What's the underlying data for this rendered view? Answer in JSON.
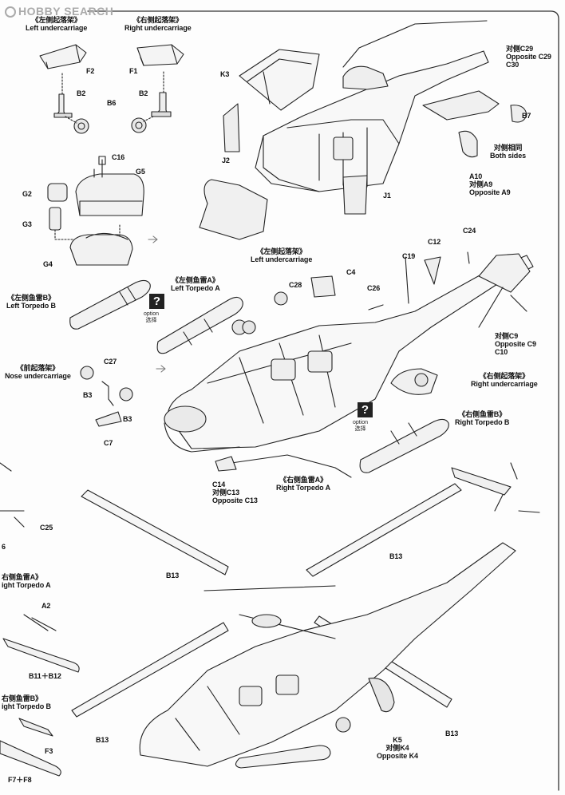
{
  "watermark": {
    "logo_text": "HOBBY SEARCH"
  },
  "options": {
    "qmark": "?",
    "word_cn": "option",
    "word_jp": "选择"
  },
  "labels": {
    "left_uc_cn": "《左侧起落架》",
    "left_uc_en": "Left undercarriage",
    "right_uc_cn": "《右侧起落架》",
    "right_uc_en": "Right undercarriage",
    "f2": "F2",
    "f1": "F1",
    "b2a": "B2",
    "b2b": "B2",
    "b6": "B6",
    "c16": "C16",
    "g5": "G5",
    "g2": "G2",
    "g3": "G3",
    "g4": "G4",
    "k3": "K3",
    "j2": "J2",
    "j1": "J1",
    "c29_cn": "对侧C29",
    "c29_en": "Opposite C29",
    "c30": "C30",
    "b7": "B7",
    "both_cn": "对侧相同",
    "both_en": "Both sides",
    "a10": "A10",
    "a9_cn": "对侧A9",
    "a9_en": "Opposite A9",
    "lt_b_cn": "《左侧鱼雷B》",
    "lt_b_en": "Left Torpedo B",
    "lt_a_cn": "《左侧鱼雷A》",
    "lt_a_en": "Left Torpedo A",
    "mid_luc_cn": "《左侧起落架》",
    "mid_luc_en": "Left undercarriage",
    "c4": "C4",
    "c28": "C28",
    "c26": "C26",
    "c19": "C19",
    "c12": "C12",
    "c24": "C24",
    "c9_cn": "对侧C9",
    "c9_en": "Opposite C9",
    "c10": "C10",
    "mid_ruc_cn": "《右侧起落架》",
    "mid_ruc_en": "Right undercarriage",
    "nose_cn": "《前起落架》",
    "nose_en": "Nose undercarriage",
    "c27": "C27",
    "b3a": "B3",
    "b3b": "B3",
    "c7": "C7",
    "rt_b_cn": "《右侧鱼雷B》",
    "rt_b_en": "Right Torpedo B",
    "c14": "C14",
    "c13_cn": "对侧C13",
    "c13_en": "Opposite C13",
    "rt_a_cn": "《右侧鱼雷A》",
    "rt_a_en": "Right Torpedo A",
    "c25": "C25",
    "six": "6",
    "b13a": "B13",
    "b13b": "B13",
    "b13c": "B13",
    "b13d": "B13",
    "lw_ta_cn": "右侧鱼雷A》",
    "lw_ta_en": "ight Torpedo A",
    "a2": "A2",
    "b11": "B11＋B12",
    "lw_tb_cn": "右侧鱼雷B》",
    "lw_tb_en": "ight Torpedo B",
    "f3": "F3",
    "f78": "F7＋F8",
    "k5": "K5",
    "k4_cn": "对侧K4",
    "k4_en": "Opposite K4"
  }
}
